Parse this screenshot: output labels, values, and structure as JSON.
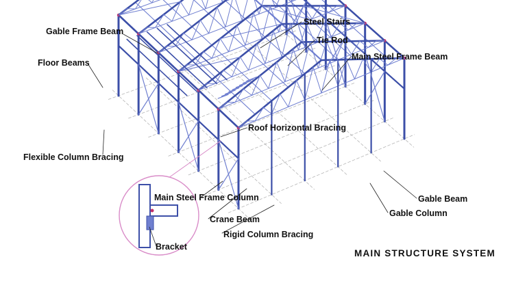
{
  "colors": {
    "steel": "#3c4fa8",
    "steel_light": "#6f7fd0",
    "joint": "#c0306a",
    "leader": "#222222",
    "ground": "#b5b5b5",
    "inset_ring": "#d98cc8"
  },
  "title": "MAIN STRUCTURE SYSTEM",
  "labels": {
    "gable_frame_beam": "Gable Frame Beam",
    "floor_beams": "Floor Beams",
    "flexible_column_bracing": "Flexible Column Bracing",
    "steel_stairs": "Steel Stairs",
    "tie_rod": "Tie Rod",
    "main_steel_frame_beam": "Main Steel Frame Beam",
    "roof_horizontal_bracing": "Roof Horizontal Bracing",
    "main_steel_frame_column": "Main Steel Frame Column",
    "crane_beam": "Crane Beam",
    "rigid_column_bracing": "Rigid Column Bracing",
    "gable_beam": "Gable Beam",
    "gable_column": "Gable Column",
    "bracket": "Bracket"
  }
}
